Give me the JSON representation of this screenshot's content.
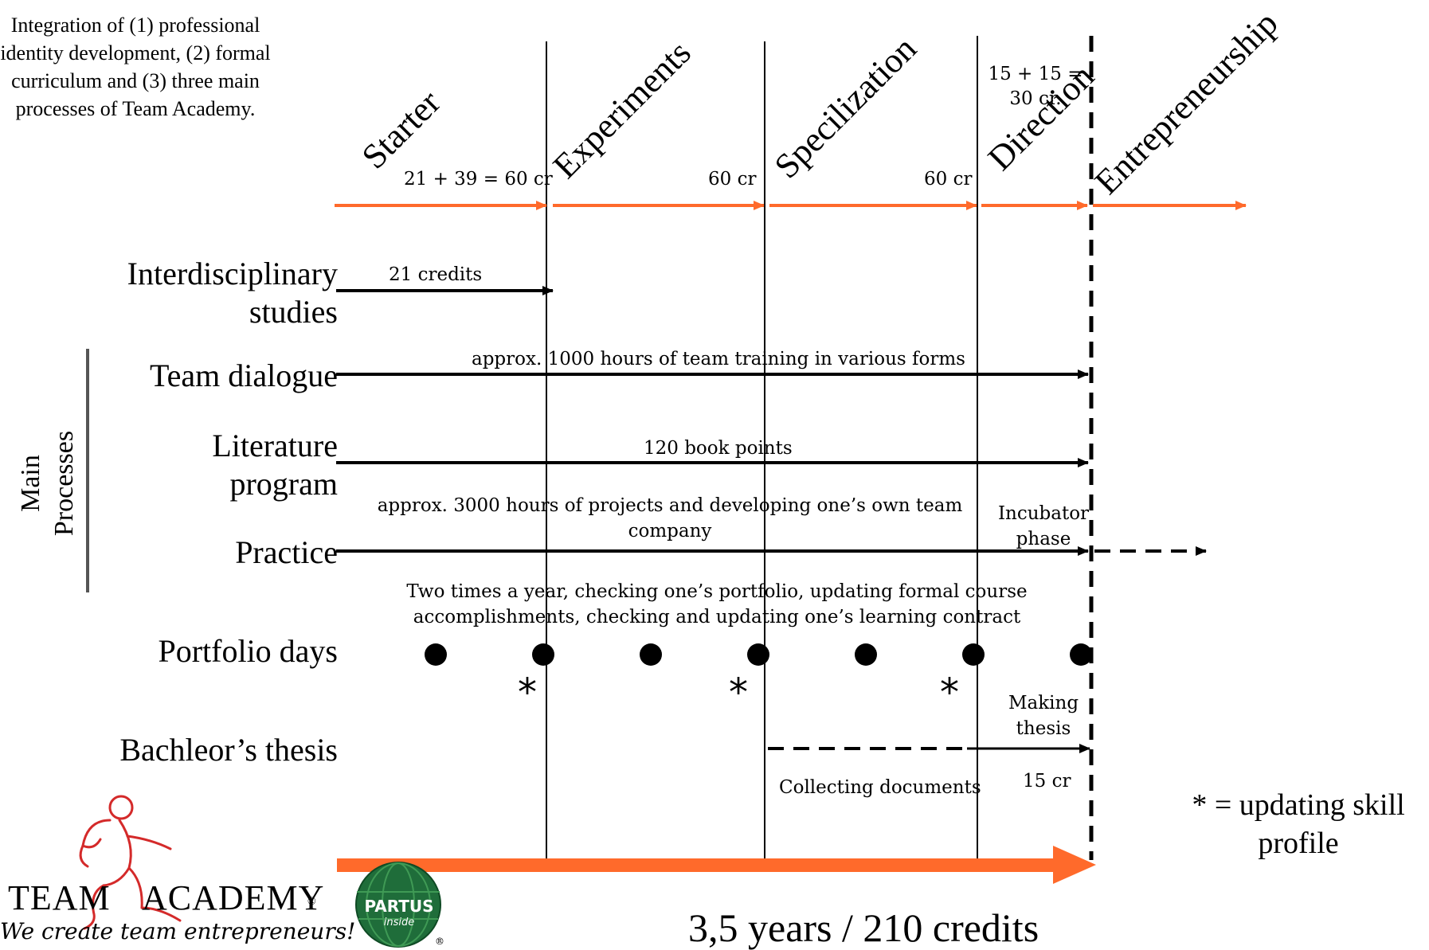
{
  "intro_text": "Integration of (1) professional identity development, (2) formal curriculum and (3) three main processes of Team Academy.",
  "phases": [
    {
      "name": "Starter",
      "credits": "21 + 39 = 60 cr"
    },
    {
      "name": "Experiments",
      "credits": "60 cr"
    },
    {
      "name": "Specilization",
      "credits": "60 cr"
    },
    {
      "name": "Direction",
      "credits": "15 + 15 =\n30 cr."
    },
    {
      "name": "Entrepreneurship",
      "credits": ""
    }
  ],
  "rows": {
    "interdisciplinary": {
      "label_line1": "Interdisciplinary",
      "label_line2": "studies",
      "note": "21 credits"
    },
    "team_dialogue": {
      "label": "Team dialogue",
      "note": "approx. 1000 hours of team training in various forms"
    },
    "literature": {
      "label_line1": "Literature",
      "label_line2": "program",
      "note": "120 book points"
    },
    "practice": {
      "label": "Practice",
      "note_line1": "approx. 3000 hours of projects and developing one’s own team",
      "note_line2": "company",
      "incubator_line1": "Incubator",
      "incubator_line2": "phase"
    },
    "portfolio": {
      "label": "Portfolio days",
      "note_line1": "Two times a year, checking one’s portfolio, updating formal course",
      "note_line2": "accomplishments, checking and updating one’s learning contract"
    },
    "thesis": {
      "label": "Bachleor’s thesis",
      "collecting": "Collecting documents",
      "making_line1": "Making",
      "making_line2": "thesis",
      "credits": "15 cr"
    }
  },
  "main_processes_line1": "Main",
  "main_processes_line2": "Processes",
  "legend_star": "*",
  "legend_line1": "* = updating skill",
  "legend_line2": "profile",
  "duration": "3,5 years / 210 credits",
  "logo_team_academy": {
    "word1": "TEAM",
    "word2": "ACADEMY",
    "registered": "®",
    "tagline": "We create team entrepreneurs!"
  },
  "logo_partus": {
    "word": "PARTUS",
    "sub": "inside",
    "registered": "®"
  },
  "colors": {
    "orange": "#ff6a2b",
    "black": "#000000",
    "grey": "#555555",
    "partus_green": "#1f6d3a",
    "logo_red": "#d42a2a"
  }
}
